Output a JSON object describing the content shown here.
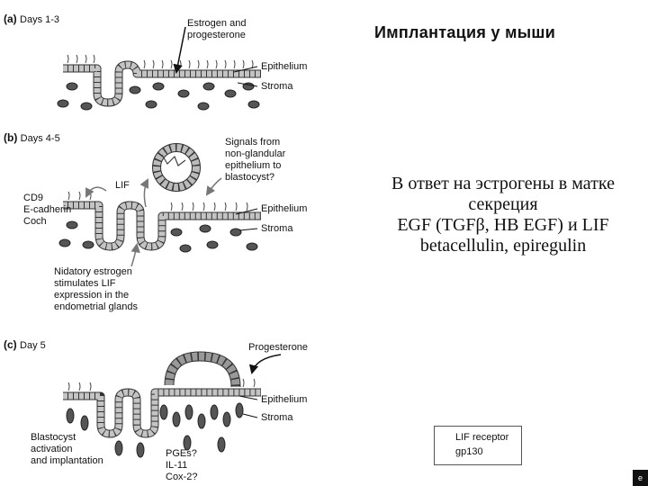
{
  "slide": {
    "title": "Имплантация у мыши",
    "body_lines": [
      "В ответ на эстрогены в матке",
      "секреция",
      "EGF (TGFβ, HB EGF) и LIF",
      "betacellulin, epiregulin"
    ]
  },
  "panel_a": {
    "tag": "(a)",
    "day": "Days 1-3",
    "hormone": [
      "Estrogen and",
      "progesterone"
    ],
    "epithelium": "Epithelium",
    "stroma": "Stroma"
  },
  "panel_b": {
    "tag": "(b)",
    "day": "Days 4-5",
    "signals": [
      "Signals from",
      "non-glandular",
      "epithelium to",
      "blastocyst?"
    ],
    "lif": "LIF",
    "markers": [
      "CD9",
      "E-cadherin",
      "Coch"
    ],
    "epithelium": "Epithelium",
    "stroma": "Stroma",
    "nidatory": [
      "Nidatory estrogen",
      "stimulates LIF",
      "expression in the",
      "endometrial glands"
    ]
  },
  "panel_c": {
    "tag": "(c)",
    "day": "Day 5",
    "progesterone": "Progesterone",
    "epithelium": "Epithelium",
    "stroma": "Stroma",
    "blastocyst": [
      "Blastocyst",
      "activation",
      "and implantation"
    ],
    "factors": [
      "PGEs?",
      "IL-11",
      "Cox-2?"
    ]
  },
  "legend": {
    "items": [
      {
        "symbol": "⌐",
        "label": "LIF receptor"
      },
      {
        "symbol": "ƒ",
        "label": "gp130"
      }
    ]
  },
  "colors": {
    "epithelium_fill": "#b9b9b9",
    "cell_fill": "#555555",
    "text": "#111111"
  }
}
